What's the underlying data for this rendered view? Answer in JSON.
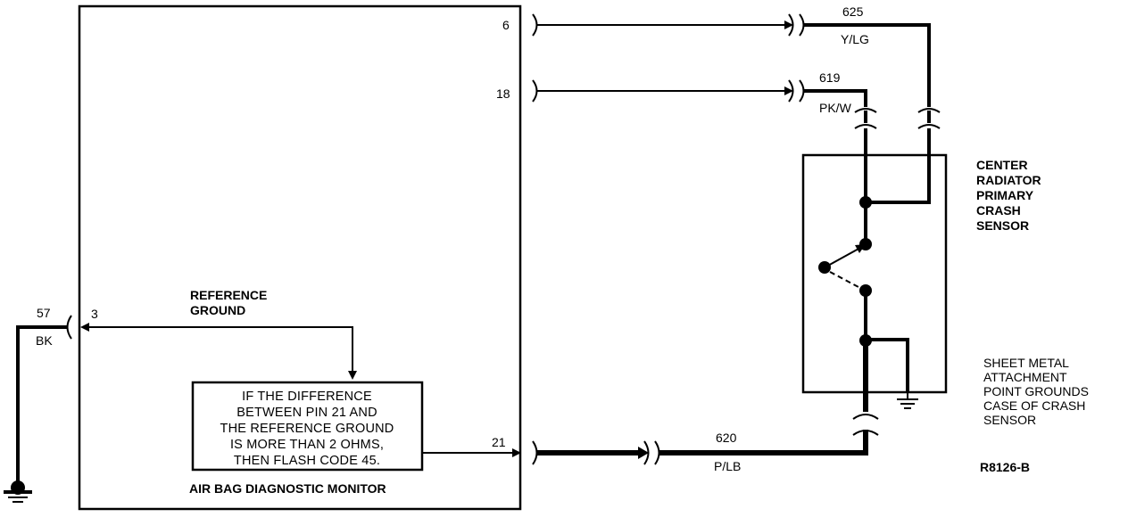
{
  "monitor": {
    "title": "AIR BAG DIAGNOSTIC MONITOR",
    "pins": {
      "p6": "6",
      "p18": "18",
      "p3": "3",
      "p21": "21"
    }
  },
  "reference_ground": {
    "line1": "REFERENCE",
    "line2": "GROUND"
  },
  "note": {
    "line1": "IF THE DIFFERENCE",
    "line2": "BETWEEN PIN 21 AND",
    "line3": "THE REFERENCE GROUND",
    "line4": "IS MORE THAN 2 OHMS,",
    "line5": "THEN FLASH CODE 45."
  },
  "circuits": {
    "c625": {
      "number": "625",
      "color": "Y/LG"
    },
    "c619": {
      "number": "619",
      "color": "PK/W"
    },
    "c620": {
      "number": "620",
      "color": "P/LB"
    },
    "c57": {
      "number": "57",
      "color": "BK"
    }
  },
  "sensor": {
    "line1": "CENTER",
    "line2": "RADIATOR",
    "line3": "PRIMARY",
    "line4": "CRASH",
    "line5": "SENSOR"
  },
  "ground_note": {
    "line1": "SHEET METAL",
    "line2": "ATTACHMENT",
    "line3": "POINT GROUNDS",
    "line4": "CASE OF CRASH",
    "line5": "SENSOR"
  },
  "figure_id": "R8126-B"
}
